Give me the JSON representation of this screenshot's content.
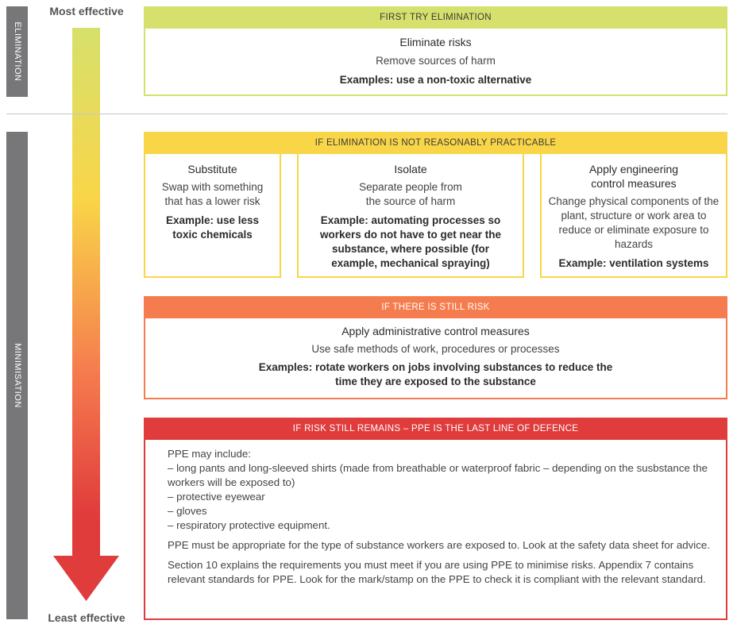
{
  "left_labels": {
    "most_effective": "Most effective",
    "least_effective": "Least effective",
    "elimination": "ELIMINATION",
    "minimisation": "MINIMISATION"
  },
  "colors": {
    "elimination": "#d6e06c",
    "substitution": "#f9d548",
    "administrative": "#f57c4e",
    "ppe": "#e03c3c",
    "side_bar": "#77777a"
  },
  "elimination": {
    "header": "FIRST TRY ELIMINATION",
    "title": "Eliminate risks",
    "description": "Remove sources of harm",
    "example": "Examples: use a non-toxic alternative"
  },
  "practicable": {
    "header": "IF ELIMINATION IS NOT REASONABLY PRACTICABLE",
    "substitute": {
      "title": "Substitute",
      "description": "Swap with something that has a lower risk",
      "example": "Example: use less toxic chemicals"
    },
    "isolate": {
      "title": "Isolate",
      "description": "Separate people from the source of harm",
      "example": "Example: automating processes so workers do not have to get near the substance, where possible (for example, mechanical spraying)"
    },
    "engineering": {
      "title": "Apply engineering control measures",
      "description": "Change physical components of the plant, structure or work area to reduce or eliminate exposure to hazards",
      "example": "Example: ventilation systems"
    }
  },
  "administrative": {
    "header": "IF THERE IS STILL RISK",
    "title": "Apply administrative control measures",
    "description": "Use safe methods of work, procedures or processes",
    "example": "Examples: rotate workers on jobs involving substances to reduce the time they are exposed to the substance"
  },
  "ppe": {
    "header": "IF RISK STILL REMAINS – PPE IS THE LAST LINE OF DEFENCE",
    "intro": "PPE may include:",
    "items": [
      "– long pants and long-sleeved shirts (made from breathable or waterproof fabric – depending on the susbstance the workers will be exposed to)",
      "– protective eyewear",
      "– gloves",
      "– respiratory protective equipment."
    ],
    "para1": "PPE must be appropriate for the type of substance workers are exposed to. Look at the safety data sheet for advice.",
    "para2": "Section 10 explains the requirements you must meet if you are using PPE to minimise risks. Appendix 7 contains relevant standards for PPE. Look for the mark/stamp on the PPE to check it is compliant with the relevant standard."
  }
}
